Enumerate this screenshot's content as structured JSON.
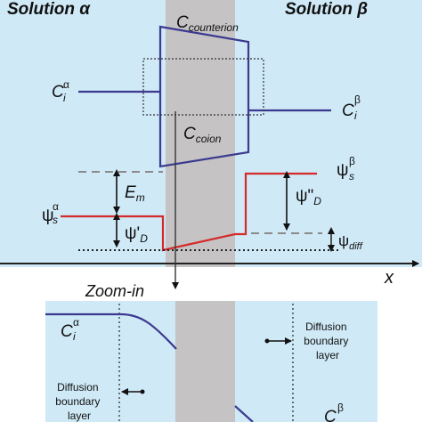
{
  "colors": {
    "solution_bg": "#cfe9f6",
    "membrane": "#c6c3c4",
    "concentration": "#3b3a8f",
    "potential": "#d42a2a",
    "axis": "#222222",
    "guide": "#8a8a8a"
  },
  "top": {
    "solution_alpha": "Solution α",
    "solution_beta": "Solution β",
    "c_counterion": {
      "base": "C",
      "sub": "counterion"
    },
    "c_coion": {
      "base": "C",
      "sub": "coion"
    },
    "ci_alpha": {
      "base": "C",
      "sup": "α",
      "sub": "i"
    },
    "ci_beta": {
      "base": "C",
      "sup": "β",
      "sub": "i"
    },
    "psi_s_alpha": {
      "base": "ψ",
      "sup": "α",
      "sub": "s"
    },
    "psi_s_beta": {
      "base": "ψ",
      "sup": "β",
      "sub": "s"
    },
    "em": {
      "base": "E",
      "sub": "m"
    },
    "psi_d_prime": {
      "base": "ψ'",
      "sub": "D"
    },
    "psi_d_double": {
      "base": "ψ\"",
      "sub": "D"
    },
    "psi_diff": {
      "base": "ψ",
      "sub": "diff"
    },
    "x_axis": "x",
    "zoom_in": "Zoom-in"
  },
  "bottom": {
    "ci_alpha": {
      "base": "C",
      "sup": "α",
      "sub": "i"
    },
    "c_beta": {
      "base": "C",
      "sup": "β"
    },
    "dbl_right": [
      "Diffusion",
      "boundary",
      "layer"
    ],
    "dbl_left": [
      "Diffusion",
      "boundary",
      "layer"
    ]
  }
}
